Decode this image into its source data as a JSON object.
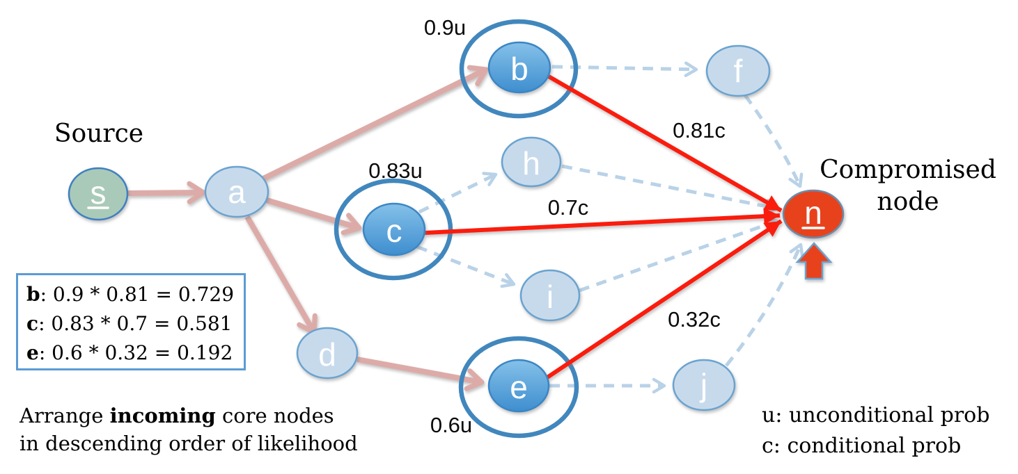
{
  "labels": {
    "source": "Source",
    "compromised_line1": "Compromised",
    "compromised_line2": "node"
  },
  "node_labels": {
    "s": "s",
    "a": "a",
    "b": "b",
    "c": "c",
    "d": "d",
    "e": "e",
    "f": "f",
    "h": "h",
    "i": "i",
    "j": "j",
    "n": "n"
  },
  "edge_labels": {
    "b_unconditional": "0.9u",
    "c_unconditional": "0.83u",
    "e_unconditional": "0.6u",
    "b_conditional": "0.81c",
    "c_conditional": "0.7c",
    "e_conditional": "0.32c"
  },
  "calc_box": {
    "lines": [
      {
        "node": "b",
        "expr": ": 0.9 * 0.81 = 0.729"
      },
      {
        "node": "c",
        "expr": ": 0.83 * 0.7 = 0.581"
      },
      {
        "node": "e",
        "expr": ": 0.6 * 0.32 = 0.192"
      }
    ]
  },
  "notes": {
    "arrange_prefix": "Arrange ",
    "arrange_bold": "incoming",
    "arrange_suffix": " core nodes",
    "arrange_line2": "in descending order of likelihood",
    "legend_u": "u: unconditional prob",
    "legend_c": "c: conditional prob"
  },
  "graph": {
    "source_node": "s",
    "compromised_node": "n",
    "ringed_core_nodes": [
      "b",
      "c",
      "e"
    ],
    "edges": [
      {
        "from": "s",
        "to": "a",
        "type": "path"
      },
      {
        "from": "a",
        "to": "b",
        "type": "path"
      },
      {
        "from": "a",
        "to": "c",
        "type": "path"
      },
      {
        "from": "a",
        "to": "d",
        "type": "path"
      },
      {
        "from": "d",
        "to": "e",
        "type": "path"
      },
      {
        "from": "b",
        "to": "n",
        "type": "attack",
        "label": "0.81c"
      },
      {
        "from": "c",
        "to": "n",
        "type": "attack",
        "label": "0.7c"
      },
      {
        "from": "e",
        "to": "n",
        "type": "attack",
        "label": "0.32c"
      },
      {
        "from": "b",
        "to": "f",
        "type": "dashed"
      },
      {
        "from": "c",
        "to": "h",
        "type": "dashed"
      },
      {
        "from": "c",
        "to": "i",
        "type": "dashed"
      },
      {
        "from": "e",
        "to": "j",
        "type": "dashed"
      },
      {
        "from": "f",
        "to": "n",
        "type": "dashed"
      },
      {
        "from": "h",
        "to": "n",
        "type": "dashed"
      },
      {
        "from": "i",
        "to": "n",
        "type": "dashed"
      },
      {
        "from": "j",
        "to": "n",
        "type": "dashed"
      }
    ]
  },
  "colors": {
    "node_light": "#c7daec",
    "node_light_stroke": "#6ba3cf",
    "node_core_top": "#85c1e9",
    "node_core_bottom": "#3e8ecf",
    "node_core_stroke": "#3b86c4",
    "node_source": "#a9cab8",
    "node_source_stroke": "#3f7fc1",
    "node_compromised": "#e8421f",
    "node_compromised_stroke": "#6b8cab",
    "edge_path": "#dcaba8",
    "edge_attack": "#fa1f10",
    "edge_dashed": "#b9d2e7",
    "ring": "#4187bd",
    "box_border": "#5b9bd5",
    "text": "#000000"
  }
}
